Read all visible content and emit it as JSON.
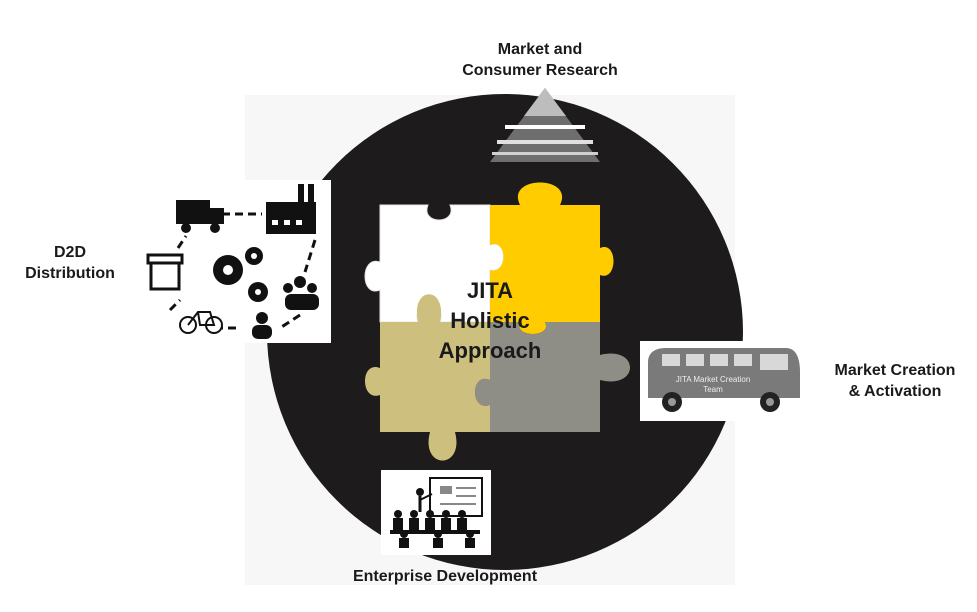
{
  "center": {
    "line1": "JITA",
    "line2": "Holistic",
    "line3": "Approach"
  },
  "labels": {
    "top_line1": "Market and",
    "top_line2": "Consumer Research",
    "left_line1": "D2D",
    "left_line2": "Distribution",
    "right_line1": "Market Creation",
    "right_line2": "& Activation",
    "bottom": "Enterprise Development"
  },
  "van": {
    "text_line1": "JITA Market Creation",
    "text_line2": "Team"
  },
  "colors": {
    "circle": "#1e1b1c",
    "piece_white": "#ffffff",
    "piece_yellow": "#ffcc00",
    "piece_khaki": "#cdbf7d",
    "piece_gray": "#8e8e86"
  },
  "icons": [
    "pyramid-icon",
    "distribution-icon",
    "van-icon",
    "classroom-icon"
  ]
}
